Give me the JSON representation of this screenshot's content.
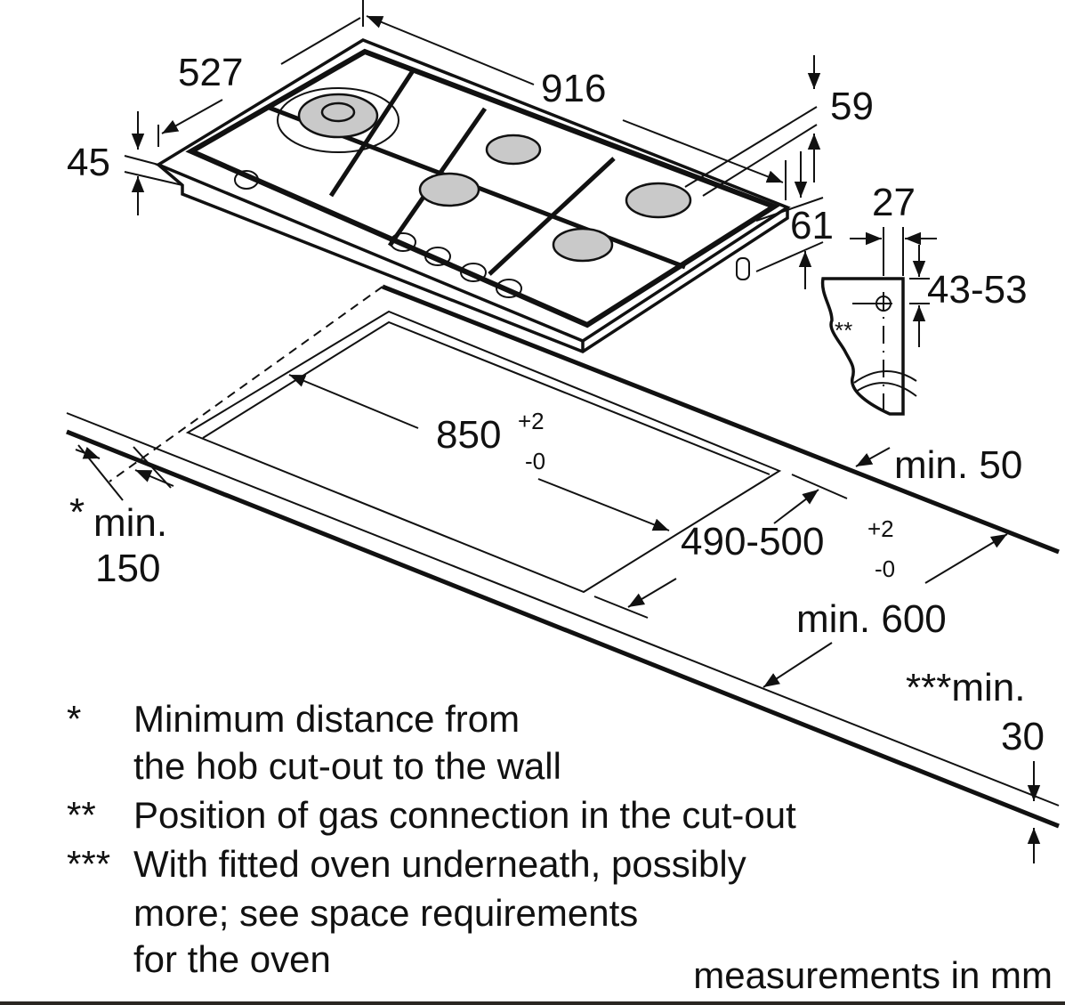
{
  "dimensions": {
    "hob_depth": "527",
    "hob_width": "916",
    "height_back": "59",
    "height_front_left": "45",
    "height_feet": "61",
    "gas_offset_x": "27",
    "gas_offset_y": "43-53",
    "cutout_width": "850",
    "cutout_width_tol_plus": "+2",
    "cutout_width_tol_minus": "-0",
    "cutout_depth": "490-500",
    "cutout_depth_tol_plus": "+2",
    "cutout_depth_tol_minus": "-0",
    "min_back": "min. 50",
    "min_wall_star": "*",
    "min_wall_label": "min.",
    "min_wall_value": "150",
    "min_worktop": "min. 600",
    "min_thickness_label": "***min.",
    "min_thickness_value": "30",
    "gas_marker": "**"
  },
  "legend": [
    {
      "mark": "*",
      "lines": [
        "Minimum distance from",
        "the hob cut-out to the wall"
      ]
    },
    {
      "mark": "**",
      "lines": [
        "Position of gas connection in the cut-out"
      ]
    },
    {
      "mark": "***",
      "lines": [
        "With fitted oven underneath, possibly",
        "more; see space requirements",
        "for the oven"
      ]
    }
  ],
  "units_note": "measurements in mm"
}
